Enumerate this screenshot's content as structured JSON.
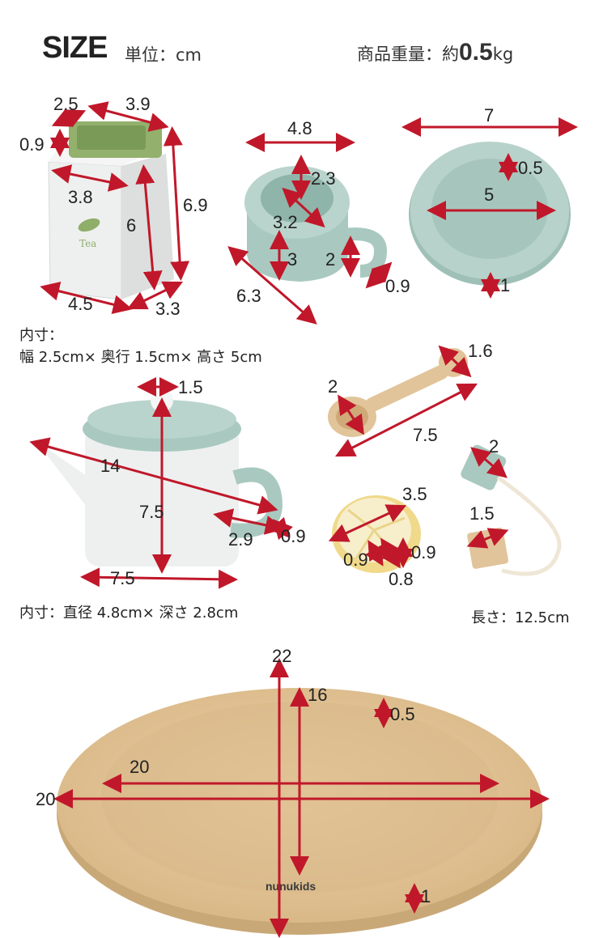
{
  "header": {
    "title": "SIZE",
    "unit": "単位：cm",
    "weight_label": "商品重量：約",
    "weight_value": "0.5",
    "weight_unit": "kg"
  },
  "tea_box": {
    "dims": [
      "2.5",
      "3.9",
      "0.9",
      "3.8",
      "6",
      "6.9",
      "4.5",
      "3.3"
    ],
    "label": "Tea",
    "inner_title": "内寸：",
    "inner_size": "幅 2.5cm× 奥行 1.5cm× 高さ 5cm"
  },
  "cup": {
    "dims": [
      "4.8",
      "2.3",
      "3.2",
      "3",
      "2",
      "0.9",
      "6.3"
    ]
  },
  "saucer": {
    "dims": [
      "7",
      "0.5",
      "5",
      "1"
    ]
  },
  "spoon": {
    "dims": [
      "1.6",
      "2",
      "7.5"
    ]
  },
  "teapot": {
    "dims": [
      "1.5",
      "14",
      "7.5",
      "2.9",
      "0.9",
      "7.5"
    ],
    "inner_size": "内寸：直径 4.8cm× 深さ 2.8cm"
  },
  "lemon": {
    "dims": [
      "3.5",
      "0.9",
      "0.9",
      "0.8"
    ]
  },
  "teabag": {
    "dims": [
      "2",
      "1.5"
    ],
    "length": "長さ：12.5cm"
  },
  "tray": {
    "dims": [
      "22",
      "16",
      "0.5",
      "20",
      "20",
      "1"
    ],
    "brand": "nunukids"
  },
  "colors": {
    "arrow": "#c0182a",
    "mint": "#a9c9c0",
    "green": "#8fae6a",
    "wood": "#e2c49a"
  }
}
